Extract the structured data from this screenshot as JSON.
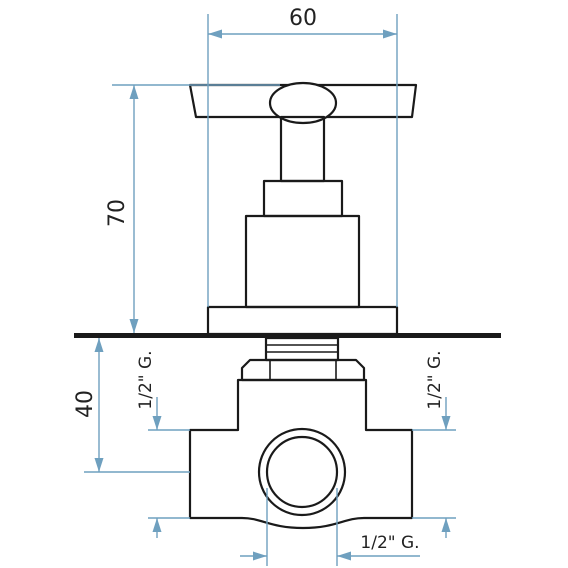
{
  "dimensions": {
    "width": "60",
    "height": "70",
    "depth": "40",
    "thread_left": "1/2\" G.",
    "thread_right": "1/2\" G.",
    "thread_bottom": "1/2\" G."
  },
  "colors": {
    "dimension_line": "#6fa0bf",
    "outline": "#1a1a1a"
  }
}
